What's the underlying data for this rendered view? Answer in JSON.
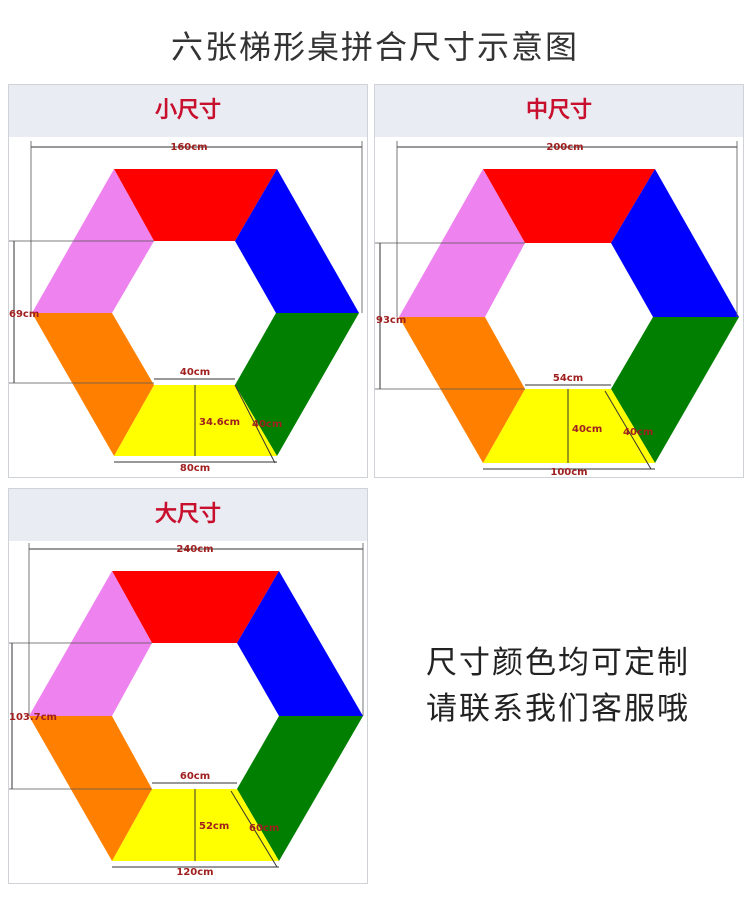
{
  "title": "六张梯形桌拼合尺寸示意图",
  "colors": {
    "top": "#ff0000",
    "upper_right": "#0000ff",
    "lower_right": "#007f00",
    "bottom": "#ffff00",
    "lower_left": "#ff8000",
    "upper_left": "#ee82ee",
    "header_text": "#c8102e",
    "dimension_text": "#a02020"
  },
  "panels": [
    {
      "name": "small",
      "header": "小尺寸",
      "total_width": "160cm",
      "height": "69cm",
      "top_edge": "40cm",
      "trapezoid_height": "34.6cm",
      "side_edge": "40cm",
      "bottom_edge": "80cm"
    },
    {
      "name": "medium",
      "header": "中尺寸",
      "total_width": "200cm",
      "height": "93cm",
      "top_edge": "54cm",
      "trapezoid_height": "40cm",
      "side_edge": "40cm",
      "bottom_edge": "100cm"
    },
    {
      "name": "large",
      "header": "大尺寸",
      "total_width": "240cm",
      "height": "103.7cm",
      "top_edge": "60cm",
      "trapezoid_height": "52cm",
      "side_edge": "60cm",
      "bottom_edge": "120cm"
    }
  ],
  "note": {
    "line1": "尺寸颜色均可定制",
    "line2": "请联系我们客服哦"
  }
}
